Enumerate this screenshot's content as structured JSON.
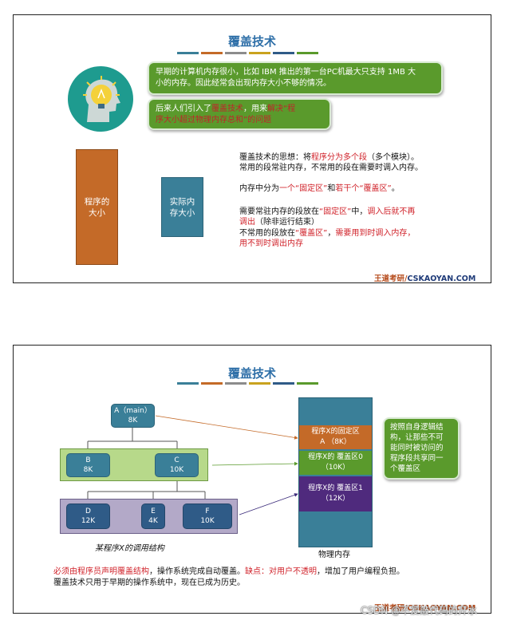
{
  "colors": {
    "title": "#2e6fa8",
    "bar": [
      "#3a7f98",
      "#c46a28",
      "#8c8c8c",
      "#c9a21e",
      "#2f5b87",
      "#5a9a2c"
    ],
    "callout_green": "#5a9a2c",
    "program_box": "#c46a28",
    "memory_box": "#3a7f98",
    "highlight_red": "#d0222a"
  },
  "slide1": {
    "title": "覆盖技术",
    "icon": "head-lightbulb-icon",
    "callout1": {
      "line1": "早期的计算机内存很小，比如 IBM 推出的第一台PC机最大只支持 1MB 大",
      "line2": "小的内存。因此经常会出现内存大小不够的情况。"
    },
    "callout2": {
      "a": "后来人们引入了",
      "b": "覆盖技术",
      "c": "，用来",
      "d": "解决“程",
      "e": "序大小超过物理内存总和”的问题"
    },
    "program_box": "程序的\n大小",
    "memory_box": "实际内\n存大小",
    "text": {
      "p1a": "覆盖技术的思想：将",
      "p1b": "程序分为多个段",
      "p1c": "（多个模块）。",
      "p2": "常用的段常驻内存，不常用的段在需要时调入内存。",
      "p3a": "内存中分为",
      "p3b": "一个“固定区”",
      "p3c": "和",
      "p3d": "若干个“覆盖区”",
      "p3e": "。",
      "p4a": "需要常驻内存的段放在",
      "p4b": "“固定区”",
      "p4c": "中，",
      "p4d": "调入后就不再",
      "p5a": "调出",
      "p5b": "（除非运行结束）",
      "p6a": "不常用的段放在",
      "p6b": "“覆盖区”",
      "p6c": "，",
      "p6d": "需要用到时调入内存，",
      "p7": "用不到时调出内存"
    },
    "watermark_a": "王道考研/",
    "watermark_b": "CSKAOYAN.COM"
  },
  "slide2": {
    "title": "覆盖技术",
    "nodes": {
      "A": {
        "l1": "A（main）",
        "l2": "8K"
      },
      "B": {
        "l1": "B",
        "l2": "8K"
      },
      "C": {
        "l1": "C",
        "l2": "10K"
      },
      "D": {
        "l1": "D",
        "l2": "12K"
      },
      "E": {
        "l1": "E",
        "l2": "4K"
      },
      "F": {
        "l1": "F",
        "l2": "10K"
      }
    },
    "memory": {
      "fixed": {
        "l1": "程序X的固定区",
        "l2": "A （8K）"
      },
      "overlay0": {
        "l1": "程序X的 覆盖区0",
        "l2": "（10K）"
      },
      "overlay1": {
        "l1": "程序X的 覆盖区1",
        "l2": "（12K）"
      }
    },
    "callout": "按照自身逻辑结\n构，让那些不可\n能同时被访问的\n程序段共享同一\n个覆盖区",
    "caption_left": "某程序X的调用结构",
    "caption_right": "物理内存",
    "note": {
      "a": "必须由程序员声明覆盖结构",
      "b": "，操作系统完成自动覆盖。",
      "c": "缺点：对用户不透明",
      "d": "，增加了用户编程负担。",
      "line2": "覆盖技术只用于早期的操作系统中，现在已成为历史。"
    },
    "watermark_a": "王道考研/CSKAOYAN.COM"
  },
  "overlay_text": "CSDN @不爱敲代码的开水"
}
